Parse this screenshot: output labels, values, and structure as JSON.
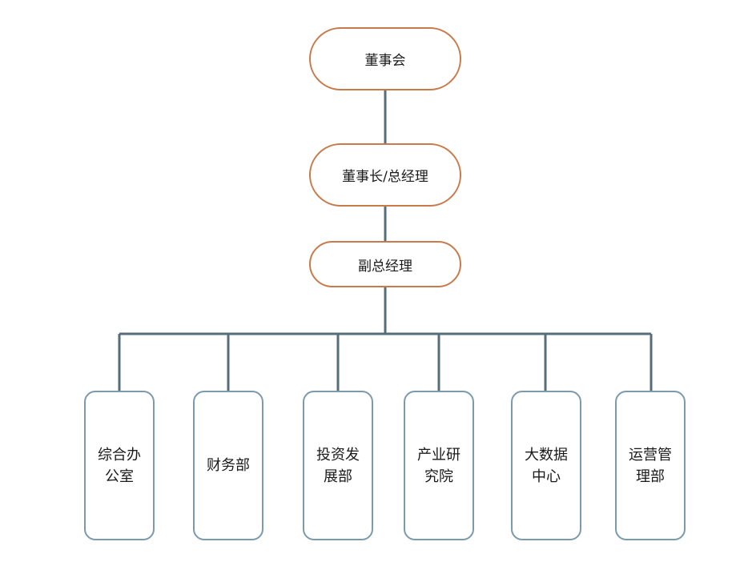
{
  "colors": {
    "exec_border": "#c87a4b",
    "dept_border": "#7b9aac",
    "connector": "#546e7a"
  },
  "exec": {
    "board": "董事会",
    "chairman": "董事长/总经理",
    "vice": "副总经理"
  },
  "departments": [
    "综合办公室",
    "财务部",
    "投资发展部",
    "产业研究院",
    "大数据中心",
    "运营管理部"
  ]
}
